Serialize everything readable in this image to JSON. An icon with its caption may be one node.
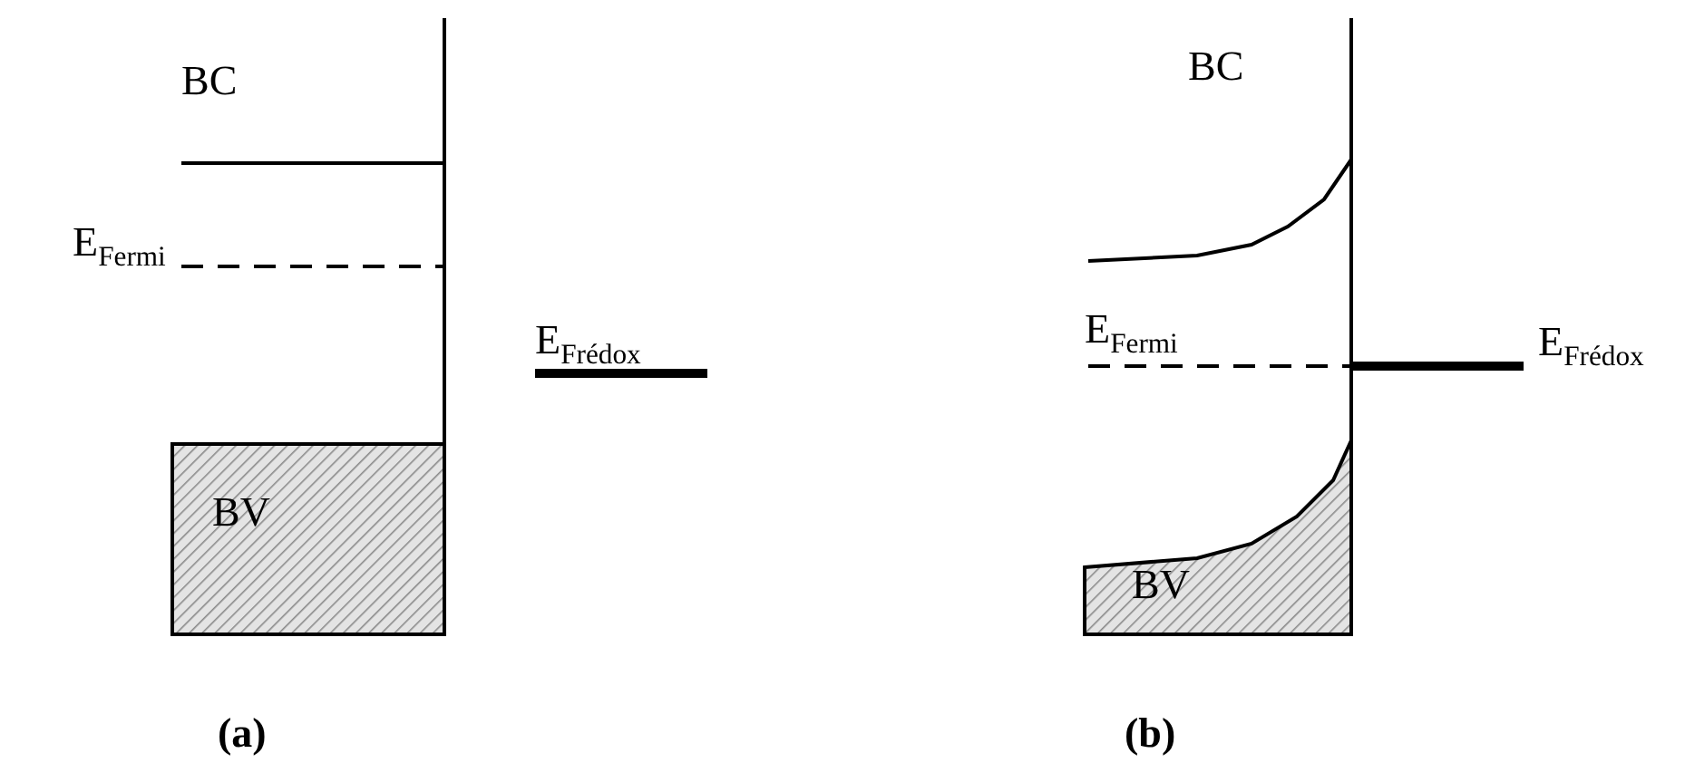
{
  "diagram": {
    "nodes": [
      {
        "text": [
          "BV"
        ]
      },
      {
        "text": [
          "BV"
        ]
      }
    ],
    "labels": [
      "BC",
      "E$_{Fermi}$",
      "E$_{Frédox}$",
      "BC",
      "E$_{Fermi}$",
      "E$_{Frédox}$",
      "(a)",
      "(b)"
    ]
  }
}
